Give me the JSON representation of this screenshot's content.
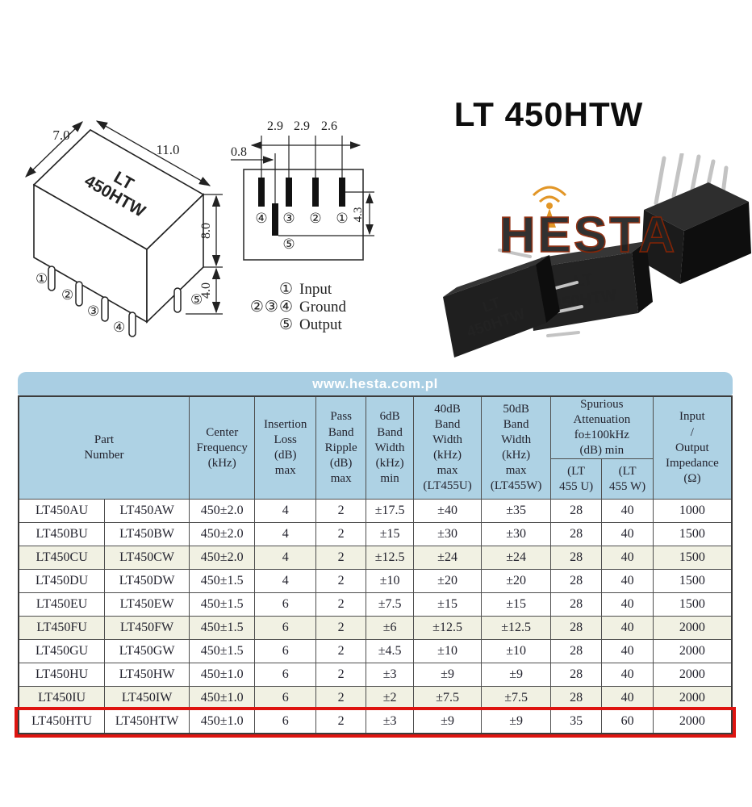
{
  "title": "LT 450HTW",
  "drawing": {
    "box_label_line1": "LT",
    "box_label_line2": "450HTW",
    "dim_width": "7.0",
    "dim_length": "11.0",
    "dim_height": "8.0",
    "dim_pin_length": "4.0",
    "pin_labels_iso": [
      "①",
      "②",
      "③",
      "④",
      "⑤"
    ],
    "bottom_view": {
      "dim_pitch_a": "2.9",
      "dim_pitch_b": "2.9",
      "dim_pitch_c": "2.6",
      "dim_offset": "0.8",
      "dim_row": "4.3",
      "pin_labels": [
        "④",
        "③",
        "②",
        "①",
        "⑤"
      ]
    },
    "legend": [
      {
        "pins": "①",
        "label": "Input"
      },
      {
        "pins": "②③④",
        "label": "Ground"
      },
      {
        "pins": "⑤",
        "label": "Output"
      }
    ]
  },
  "photo": {
    "logo": "HESTA",
    "component_label_line1": "LT",
    "component_label_line2": "450HTW"
  },
  "table": {
    "url": "www.hesta.com.pl",
    "headers": {
      "part": "Part\nNumber",
      "center": "Center\nFrequency\n(kHz)",
      "insertion": "Insertion\nLoss\n(dB)\nmax",
      "ripple": "Pass\nBand\nRipple\n(dB)\nmax",
      "bw6": "6dB\nBand\nWidth\n(kHz)\nmin",
      "bw40": "40dB\nBand\nWidth\n(kHz)\nmax\n(LT455U)",
      "bw50": "50dB\nBand\nWidth\n(kHz)\nmax\n(LT455W)",
      "spurious": "Spurious\nAttenuation\nfo±100kHz\n(dB) min",
      "spur_u": "(LT\n455 U)",
      "spur_w": "(LT\n455 W)",
      "impedance": "Input\n/\nOutput\nImpedance\n(Ω)"
    },
    "rows": [
      [
        "LT450AU",
        "LT450AW",
        "450±2.0",
        "4",
        "2",
        "±17.5",
        "±40",
        "±35",
        "28",
        "40",
        "1000"
      ],
      [
        "LT450BU",
        "LT450BW",
        "450±2.0",
        "4",
        "2",
        "±15",
        "±30",
        "±30",
        "28",
        "40",
        "1500"
      ],
      [
        "LT450CU",
        "LT450CW",
        "450±2.0",
        "4",
        "2",
        "±12.5",
        "±24",
        "±24",
        "28",
        "40",
        "1500"
      ],
      [
        "LT450DU",
        "LT450DW",
        "450±1.5",
        "4",
        "2",
        "±10",
        "±20",
        "±20",
        "28",
        "40",
        "1500"
      ],
      [
        "LT450EU",
        "LT450EW",
        "450±1.5",
        "6",
        "2",
        "±7.5",
        "±15",
        "±15",
        "28",
        "40",
        "1500"
      ],
      [
        "LT450FU",
        "LT450FW",
        "450±1.5",
        "6",
        "2",
        "±6",
        "±12.5",
        "±12.5",
        "28",
        "40",
        "2000"
      ],
      [
        "LT450GU",
        "LT450GW",
        "450±1.5",
        "6",
        "2",
        "±4.5",
        "±10",
        "±10",
        "28",
        "40",
        "2000"
      ],
      [
        "LT450HU",
        "LT450HW",
        "450±1.0",
        "6",
        "2",
        "±3",
        "±9",
        "±9",
        "28",
        "40",
        "2000"
      ],
      [
        "LT450IU",
        "LT450IW",
        "450±1.0",
        "6",
        "2",
        "±2",
        "±7.5",
        "±7.5",
        "28",
        "40",
        "2000"
      ],
      [
        "LT450HTU",
        "LT450HTW",
        "450±1.0",
        "6",
        "2",
        "±3",
        "±9",
        "±9",
        "35",
        "60",
        "2000"
      ]
    ],
    "cream_rows": [
      2,
      5,
      8
    ],
    "highlight_row": 9
  },
  "colors": {
    "table_blue": "#aed2e4",
    "url_bar_blue": "#a9cee3",
    "row_cream": "#f1f1e3",
    "highlight_red": "#de1410",
    "logo_orange": "#f2a31d"
  }
}
